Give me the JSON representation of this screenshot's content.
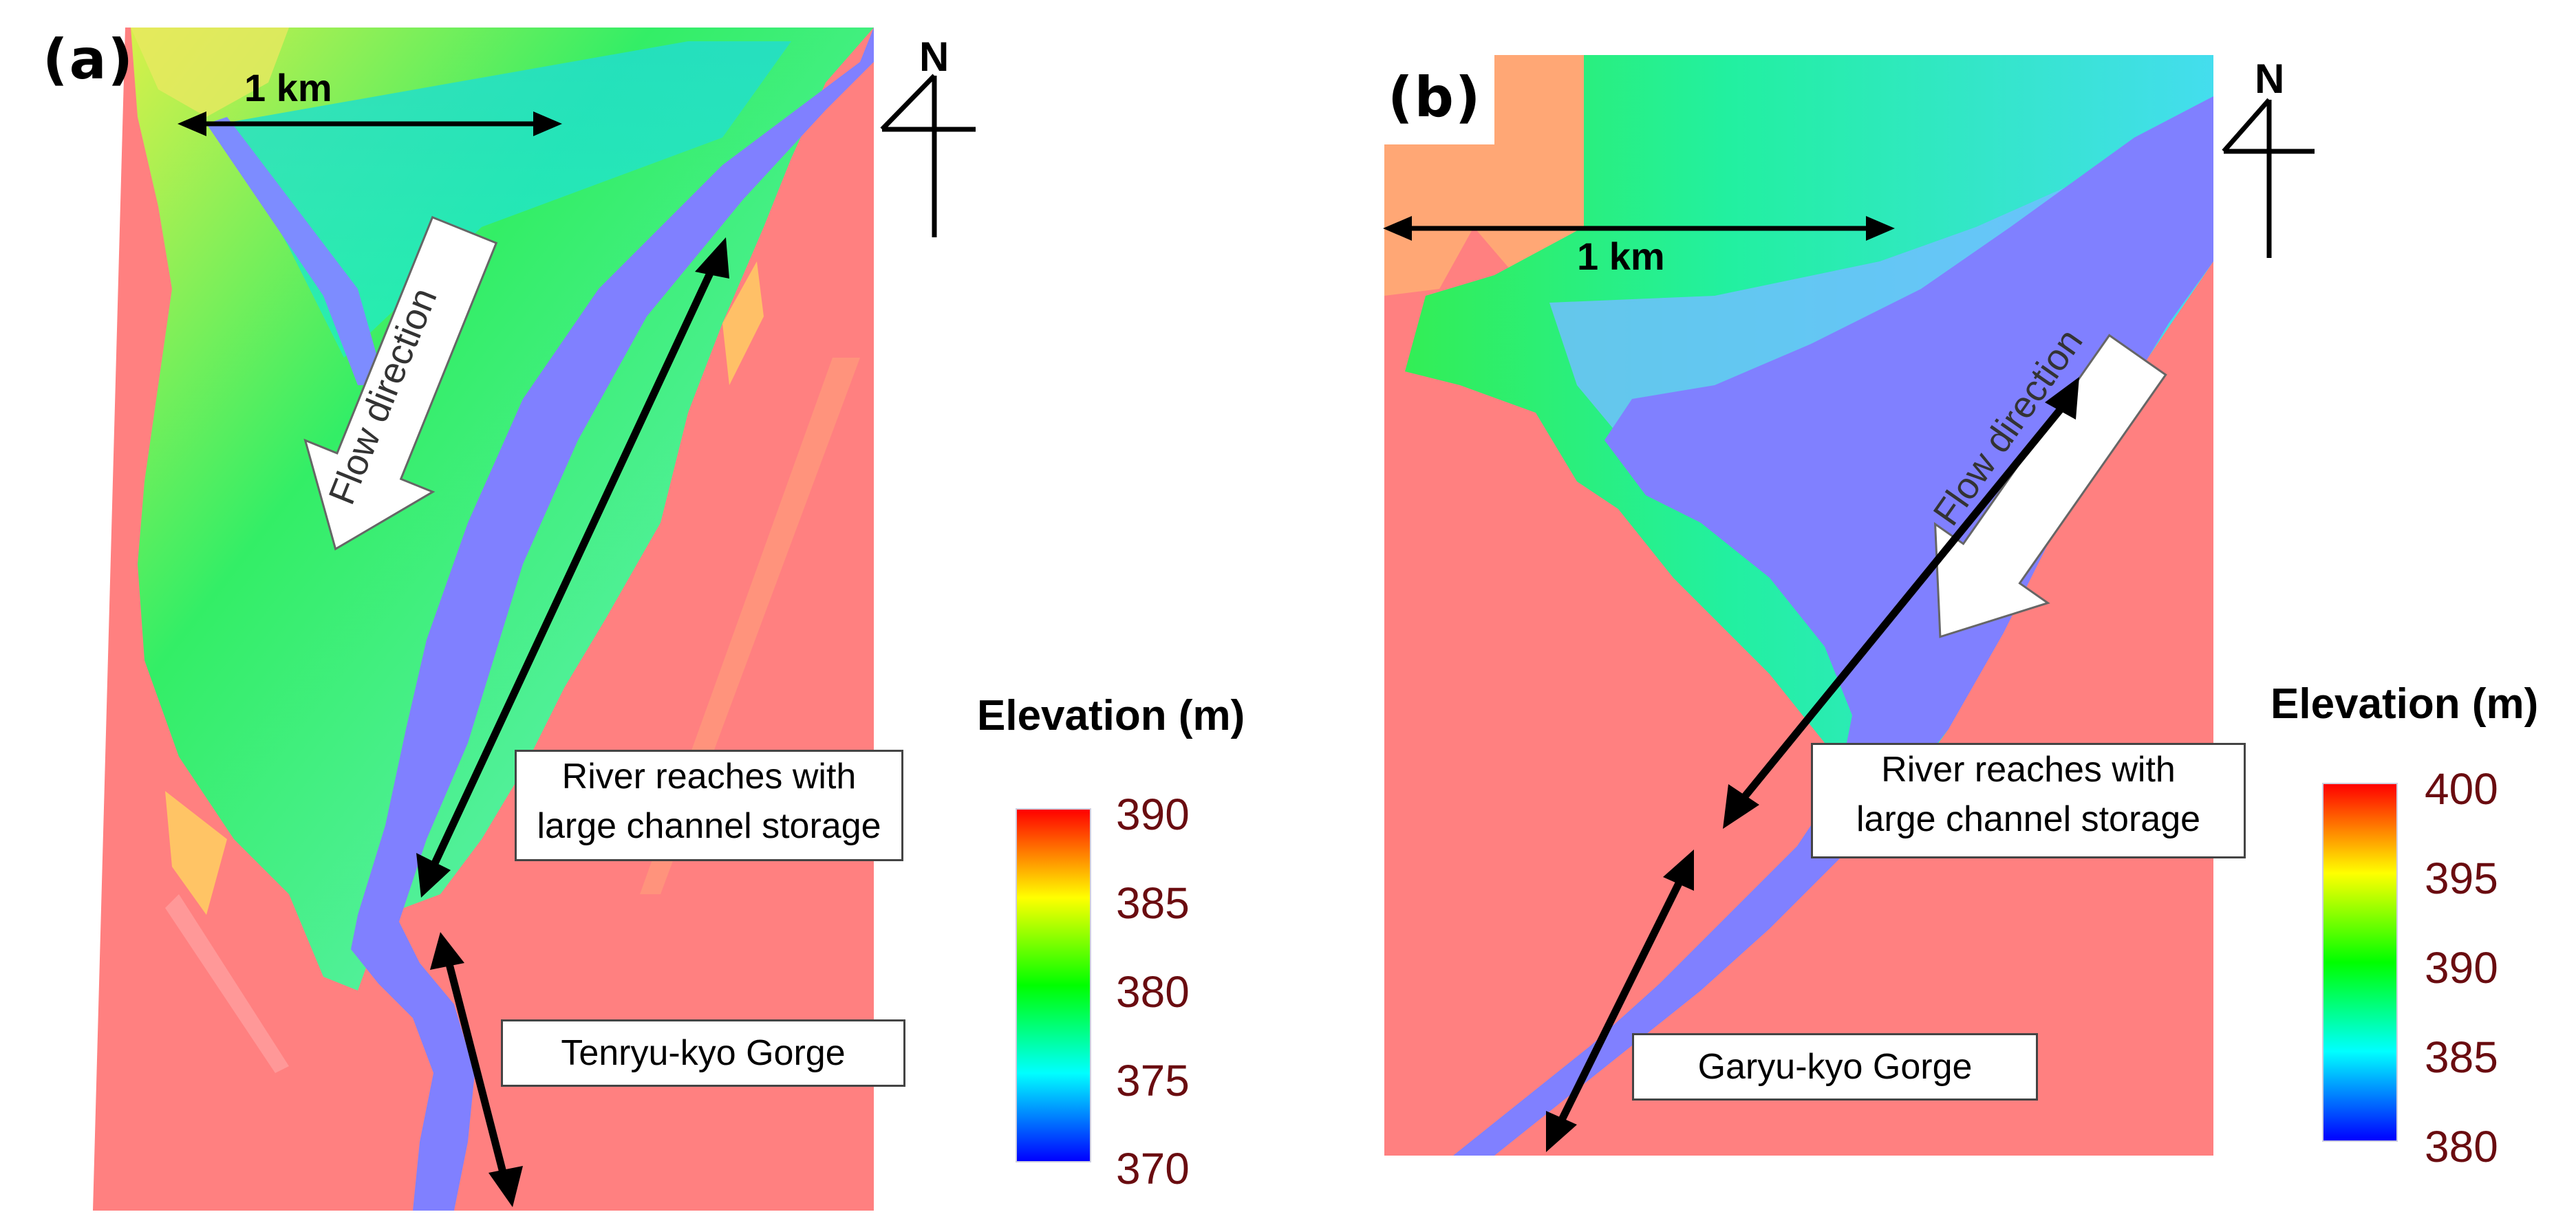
{
  "colors": {
    "background_terrain": "#ff8080",
    "river_channel": "#8080ff",
    "colormap": [
      "#0000ff",
      "#00ffff",
      "#00ff00",
      "#ffff00",
      "#ff0000"
    ]
  },
  "panels": [
    {
      "label": "(a)",
      "scale_label": "1 km",
      "north_label": "N",
      "flow_label": "Flow direction",
      "callout_reach": [
        "River reaches with",
        "large channel storage"
      ],
      "callout_gorge": "Tenryu-kyo Gorge",
      "legend": {
        "title": "Elevation (m)",
        "ticks": [
          "390",
          "385",
          "380",
          "375",
          "370"
        ]
      }
    },
    {
      "label": "(b)",
      "scale_label": "1 km",
      "north_label": "N",
      "flow_label": "Flow direction",
      "callout_reach": [
        "River reaches with",
        "large channel storage"
      ],
      "callout_gorge": "Garyu-kyo Gorge",
      "legend": {
        "title": "Elevation (m)",
        "ticks": [
          "400",
          "395",
          "390",
          "385",
          "380"
        ]
      }
    }
  ]
}
